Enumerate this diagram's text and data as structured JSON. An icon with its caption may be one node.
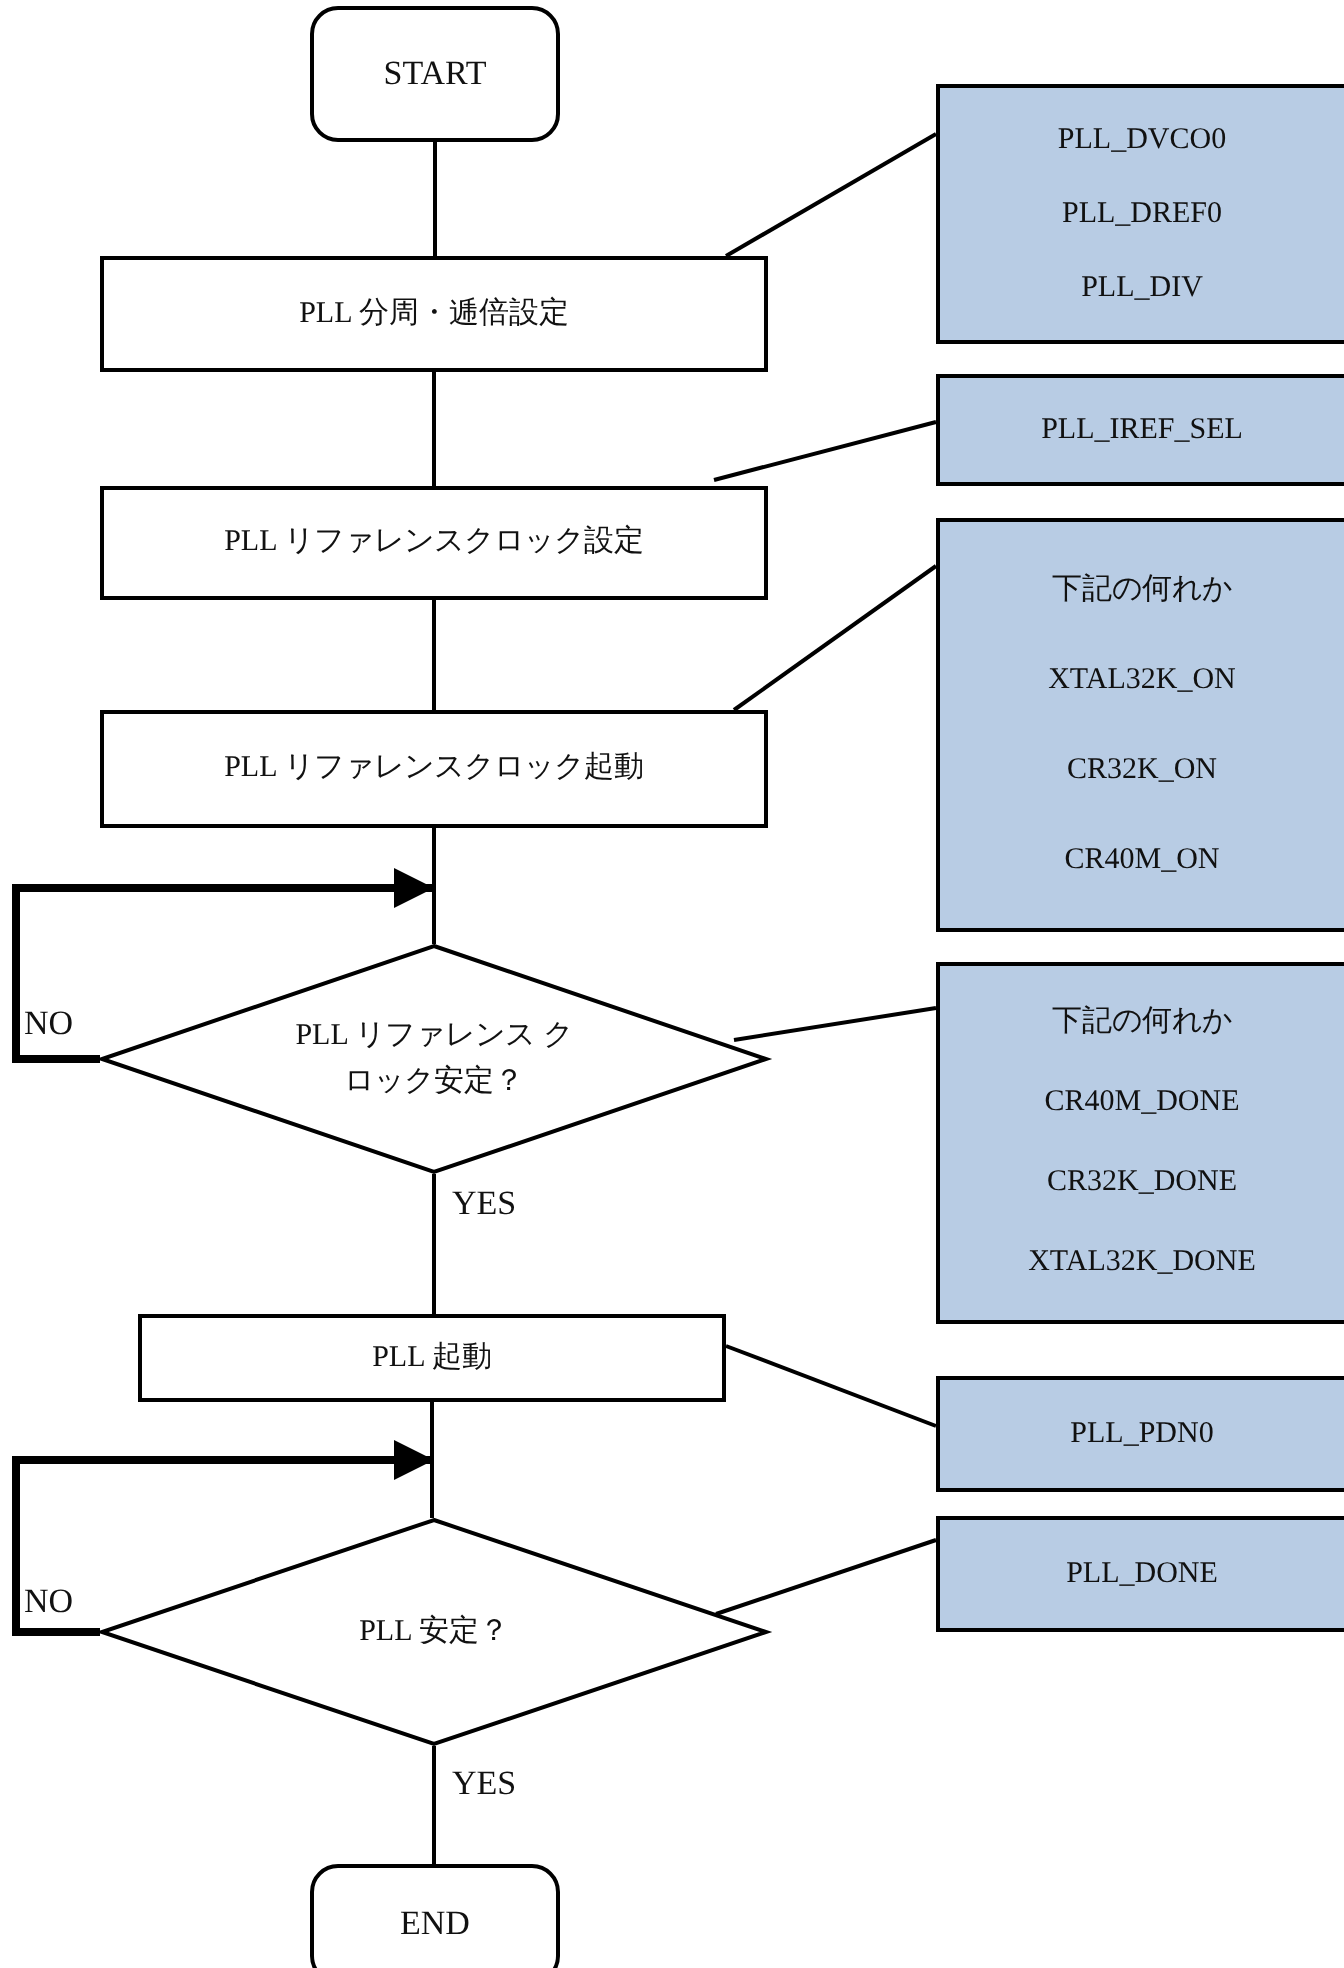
{
  "diagram": {
    "nodes": [
      {
        "text": [
          "START"
        ]
      },
      {
        "text": [
          "PLL 分周・逓倍設定"
        ]
      },
      {
        "text": [
          "PLL リファレンスクロック設定"
        ]
      },
      {
        "text": [
          "PLL リファレンスクロック起動"
        ]
      },
      {
        "text": [
          "PLL リファレンス クロック安定？"
        ]
      },
      {
        "text": [
          "PLL 起動"
        ]
      },
      {
        "text": [
          "PLL 安定？"
        ]
      },
      {
        "text": [
          "END"
        ]
      },
      {
        "text": [
          "PLL_DVCO0",
          "PLL_DREF0",
          "PLL_DIV"
        ]
      },
      {
        "text": [
          "PLL_IREF_SEL"
        ]
      },
      {
        "text": [
          "下記の何れか",
          "XTAL32K_ON",
          "CR32K_ON",
          "CR40M_ON"
        ]
      },
      {
        "text": [
          "下記の何れか",
          "CR40M_DONE",
          "CR32K_DONE",
          "XTAL32K_DONE"
        ]
      },
      {
        "text": [
          "PLL_PDN0"
        ]
      },
      {
        "text": [
          "PLL_DONE"
        ]
      }
    ],
    "edges": [
      {
        "from": 0,
        "to": 1,
        "arrow": "none"
      },
      {
        "from": 1,
        "to": 2,
        "arrow": "none"
      },
      {
        "from": 2,
        "to": 3,
        "arrow": "none"
      },
      {
        "from": 3,
        "to": 4,
        "arrow": "none"
      },
      {
        "from": 4,
        "to": 4,
        "arrow": "to",
        "label": "NO",
        "style": "thick"
      },
      {
        "from": 4,
        "to": 5,
        "arrow": "none",
        "label": "YES"
      },
      {
        "from": 5,
        "to": 6,
        "arrow": "none"
      },
      {
        "from": 6,
        "to": 6,
        "arrow": "to",
        "label": "NO",
        "style": "thick"
      },
      {
        "from": 6,
        "to": 7,
        "arrow": "none",
        "label": "YES"
      },
      {
        "from": 1,
        "to": 8,
        "arrow": "none"
      },
      {
        "from": 2,
        "to": 9,
        "arrow": "none"
      },
      {
        "from": 3,
        "to": 10,
        "arrow": "none"
      },
      {
        "from": 4,
        "to": 11,
        "arrow": "none"
      },
      {
        "from": 5,
        "to": 12,
        "arrow": "none"
      },
      {
        "from": 6,
        "to": 13,
        "arrow": "none"
      }
    ]
  }
}
